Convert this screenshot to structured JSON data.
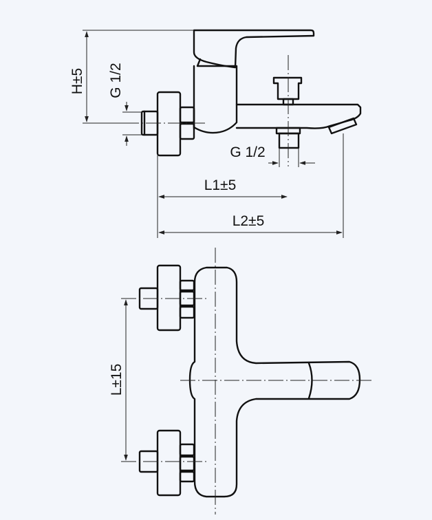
{
  "side_view": {
    "labels": {
      "height": "H±5",
      "thread_left": "G 1/2",
      "thread_bottom": "G 1/2",
      "length1": "L1±5",
      "length2": "L2±5"
    }
  },
  "top_view": {
    "labels": {
      "spacing": "L±15"
    }
  },
  "colors": {
    "background": "#f3f6fb",
    "line": "#111111"
  }
}
